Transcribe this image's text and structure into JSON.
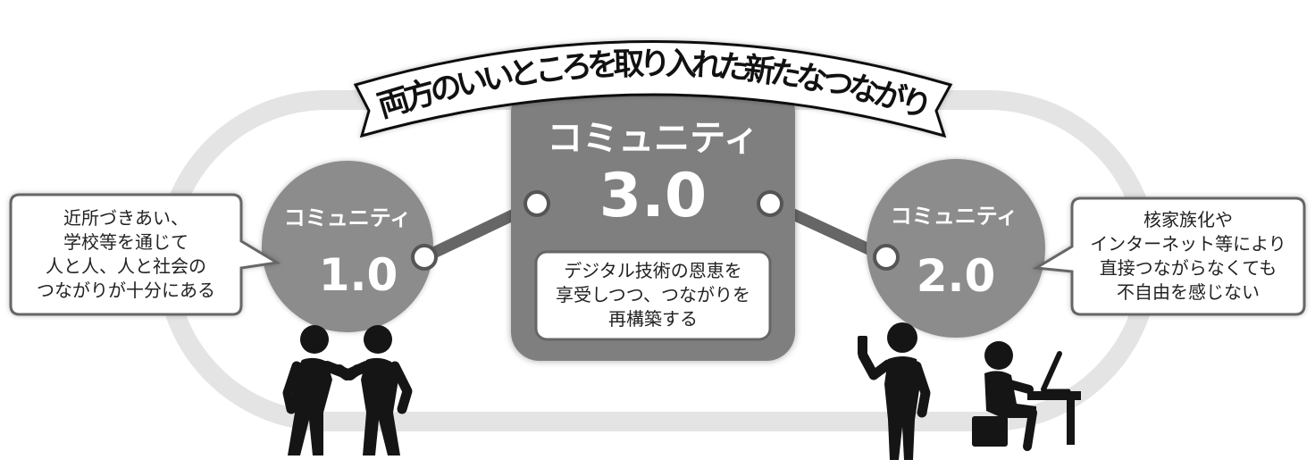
{
  "banner": {
    "chars": [
      "両",
      "方",
      "の",
      "い",
      "い",
      "と",
      "こ",
      "ろ",
      "を",
      "取",
      "り",
      "入",
      "れ",
      "た",
      "新",
      "た",
      "な",
      "つ",
      "な",
      "が",
      "り"
    ]
  },
  "community_1": {
    "title": "コミュニティ",
    "version": "1.0",
    "bubble_lines": [
      "近所づきあい、",
      "学校等を通じて",
      "人と人、人と社会の",
      "つながりが十分にある"
    ]
  },
  "community_3": {
    "title": "コミュニティ",
    "version": "3.0",
    "box_lines": [
      "デジタル技術の恩恵を",
      "享受しつつ、つながりを",
      "再構築する"
    ]
  },
  "community_2": {
    "title": "コミュニティ",
    "version": "2.0",
    "bubble_lines": [
      "核家族化や",
      "インターネット等により",
      "直接つながらなくても",
      "不自由を感じない"
    ]
  },
  "colors": {
    "loop": "#e4e4e4",
    "circle": "#8c8c8c",
    "center_box": "#7f7f7f",
    "connector": "#666666",
    "figure": "#151515"
  }
}
